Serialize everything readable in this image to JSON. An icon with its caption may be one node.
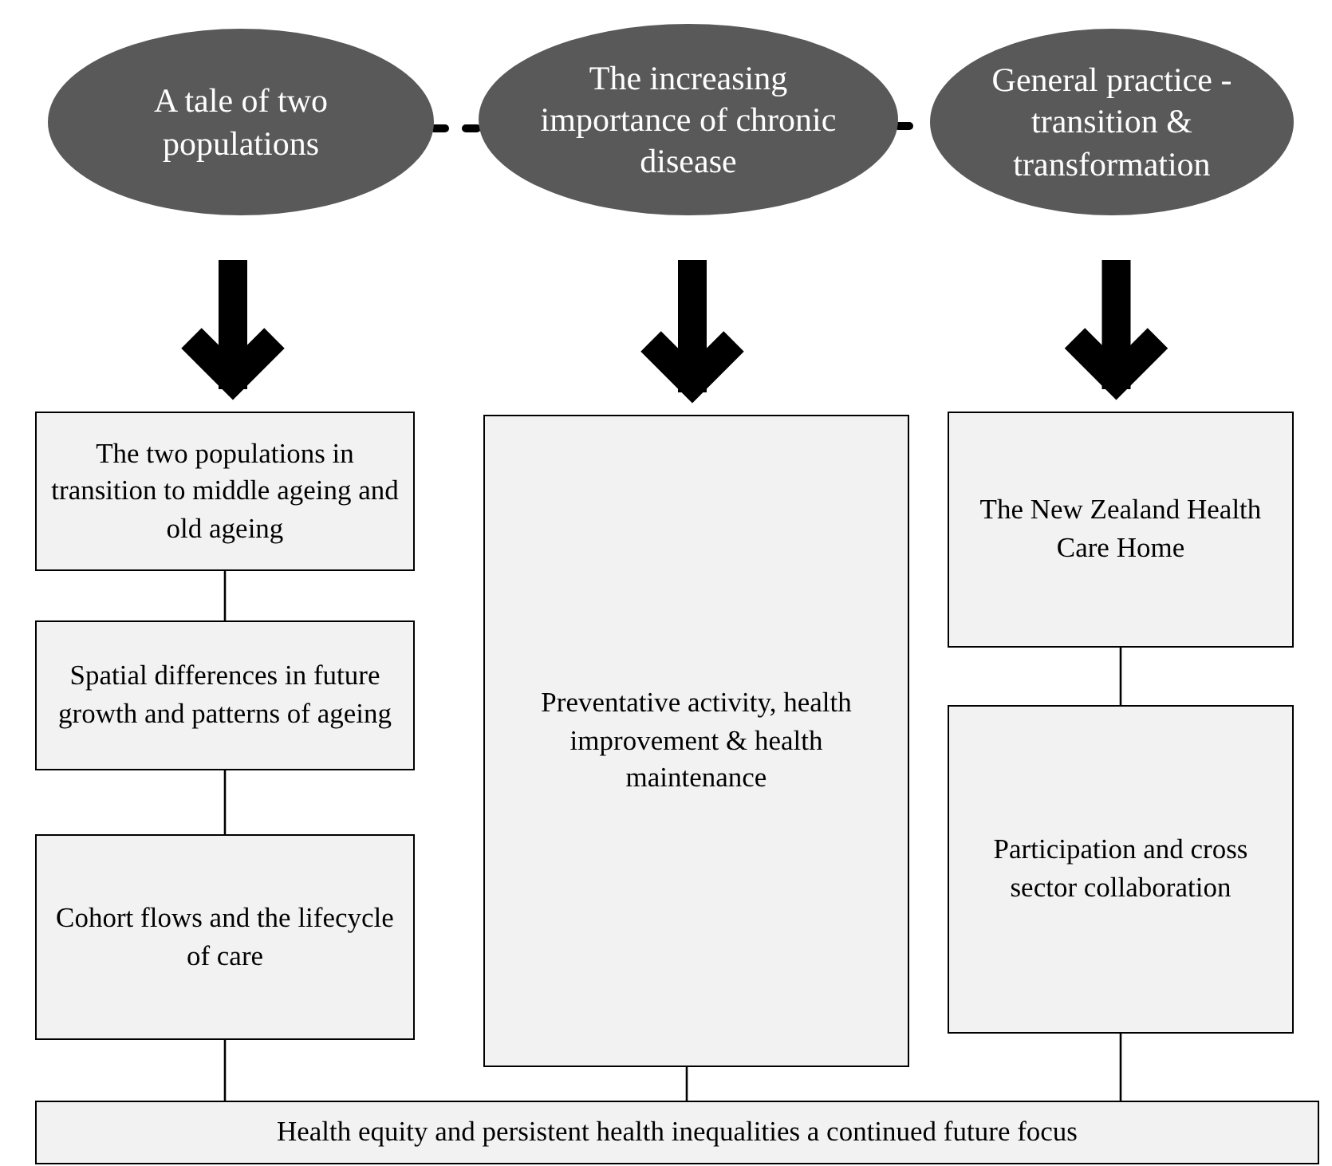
{
  "diagram": {
    "nodes": [
      {
        "text": [
          "A tale of two populations"
        ]
      },
      {
        "text": [
          "The increasing importance of chronic disease"
        ]
      },
      {
        "text": [
          "General practice - transition & transformation"
        ]
      },
      {
        "text": [
          "The two populations in transition to middle ageing and old ageing"
        ]
      },
      {
        "text": [
          "Spatial differences in future growth and patterns of ageing"
        ]
      },
      {
        "text": [
          "Cohort flows and the lifecycle of care"
        ]
      },
      {
        "text": [
          "Preventative activity, health improvement & health maintenance"
        ]
      },
      {
        "text": [
          "The New Zealand Health Care Home"
        ]
      },
      {
        "text": [
          "Participation and cross sector collaboration"
        ]
      },
      {
        "text": [
          "Health equity and persistent health inequalities a continued future focus"
        ]
      }
    ],
    "edges": [
      {
        "from": 0,
        "to": 1,
        "arrow": "none",
        "style": "dashed"
      },
      {
        "from": 1,
        "to": 2,
        "arrow": "none",
        "style": "dashed"
      },
      {
        "from": 0,
        "to": 3,
        "arrow": "to",
        "style": "thick"
      },
      {
        "from": 1,
        "to": 6,
        "arrow": "to",
        "style": "thick"
      },
      {
        "from": 2,
        "to": 7,
        "arrow": "to",
        "style": "thick"
      },
      {
        "from": 3,
        "to": 4,
        "arrow": "none"
      },
      {
        "from": 4,
        "to": 5,
        "arrow": "none"
      },
      {
        "from": 5,
        "to": 9,
        "arrow": "none"
      },
      {
        "from": 6,
        "to": 9,
        "arrow": "none"
      },
      {
        "from": 7,
        "to": 8,
        "arrow": "none"
      },
      {
        "from": 8,
        "to": 9,
        "arrow": "none"
      }
    ]
  }
}
